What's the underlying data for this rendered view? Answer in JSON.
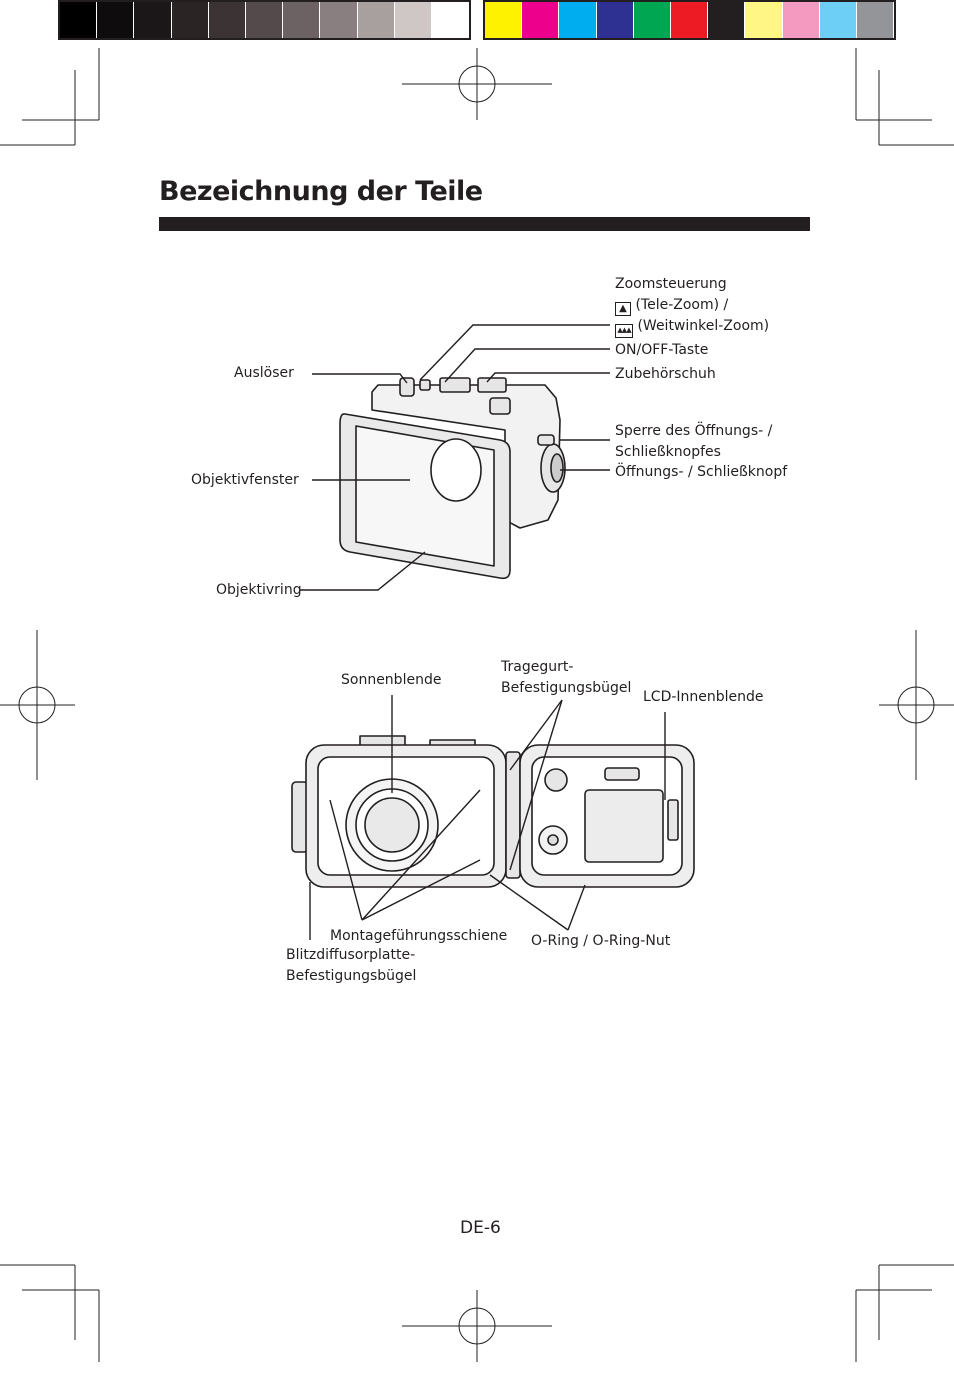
{
  "page": {
    "title": "Bezeichnung der Teile",
    "page_number": "DE-6"
  },
  "color_bar": {
    "grays": [
      "#000000",
      "#0f0c0d",
      "#1b1718",
      "#2a2425",
      "#3c3334",
      "#544a4b",
      "#6d6263",
      "#8a7f80",
      "#a89f9f",
      "#cfc6c6",
      "#ffffff"
    ],
    "colors": [
      "#fff200",
      "#ec008c",
      "#00aeef",
      "#2e3192",
      "#00a651",
      "#ed1c24",
      "#231f20",
      "#fff685",
      "#f49ac1",
      "#6dcff6",
      "#939598"
    ]
  },
  "figure_top": {
    "labels": {
      "shutter": "Auslöser",
      "lens_window": "Objektivfenster",
      "lens_ring": "Objektivring",
      "zoom_line1": "Zoomsteuerung",
      "zoom_tele": "(Tele-Zoom) /",
      "zoom_wide": "(Weitwinkel-Zoom)",
      "power": "ON/OFF-Taste",
      "accessory_shoe": "Zubehörschuh",
      "lock_line1": "Sperre des Öffnungs- /",
      "lock_line2": "Schließknopfes",
      "knob": "Öffnungs- / Schließknopf"
    },
    "icons": [
      "tele-zoom-icon",
      "wide-zoom-icon"
    ]
  },
  "figure_bottom": {
    "labels": {
      "lens_hood": "Sonnenblende",
      "strap_line1": "Tragegurt-",
      "strap_line2": "Befestigungsbügel",
      "lcd_hood": "LCD-Innenblende",
      "mount_rail": "Montageführungsschiene",
      "diffuser_line1": "Blitzdiffusorplatte-",
      "diffuser_line2": "Befestigungsbügel",
      "oring": "O-Ring / O-Ring-Nut"
    }
  }
}
